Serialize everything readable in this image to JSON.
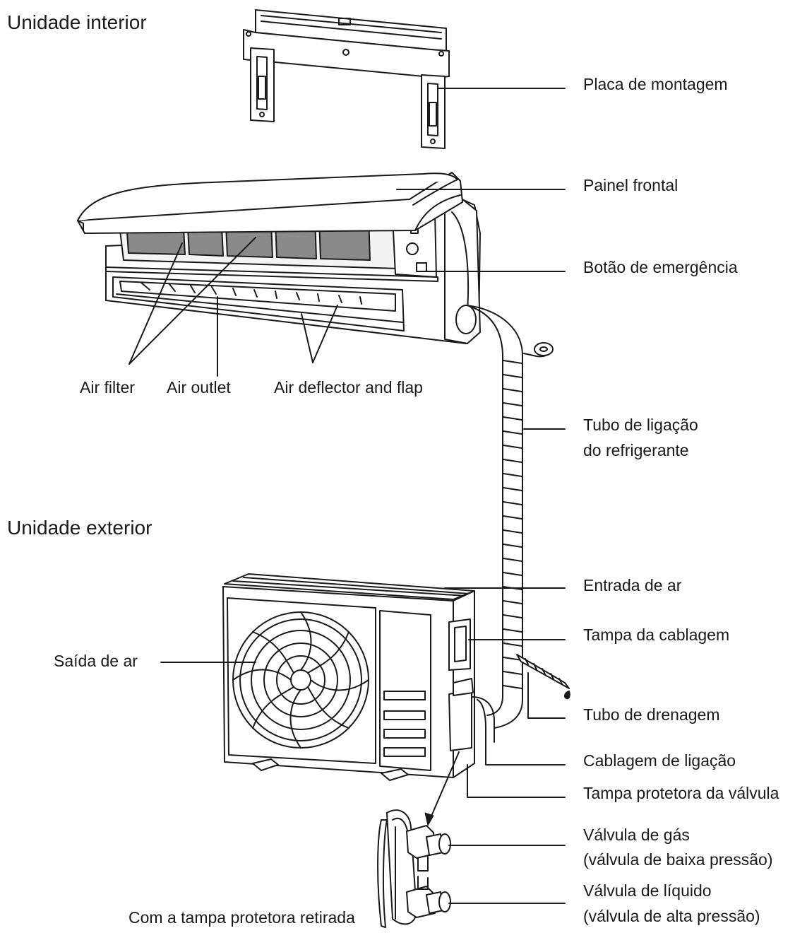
{
  "headers": {
    "indoor": "Unidade interior",
    "outdoor": "Unidade exterior"
  },
  "labels": {
    "mounting_plate": "Placa de montagem",
    "front_panel": "Painel frontal",
    "emergency_button": "Botão de emergência",
    "air_filter": "Air filter",
    "air_outlet": "Air outlet",
    "air_deflector": "Air deflector and flap",
    "refrigerant_pipe_line1": "Tubo de ligação",
    "refrigerant_pipe_line2": "do refrigerante",
    "air_inlet": "Entrada de ar",
    "wiring_cover": "Tampa da cablagem",
    "air_exit": "Saída de ar",
    "drain_pipe": "Tubo de drenagem",
    "connecting_wiring": "Cablagem de ligação",
    "valve_cover": "Tampa protetora da válvula",
    "gas_valve_line1": "Válvula de gás",
    "gas_valve_line2": "(válvula de baixa pressão)",
    "liquid_valve_line1": "Válvula de líquido",
    "liquid_valve_line2": "(válvula de alta pressão)",
    "cover_removed": "Com a tampa protetora retirada"
  },
  "colors": {
    "line": "#1a1a1a",
    "filter_fill": "#8a8a8a",
    "body_fill": "#ffffff"
  }
}
